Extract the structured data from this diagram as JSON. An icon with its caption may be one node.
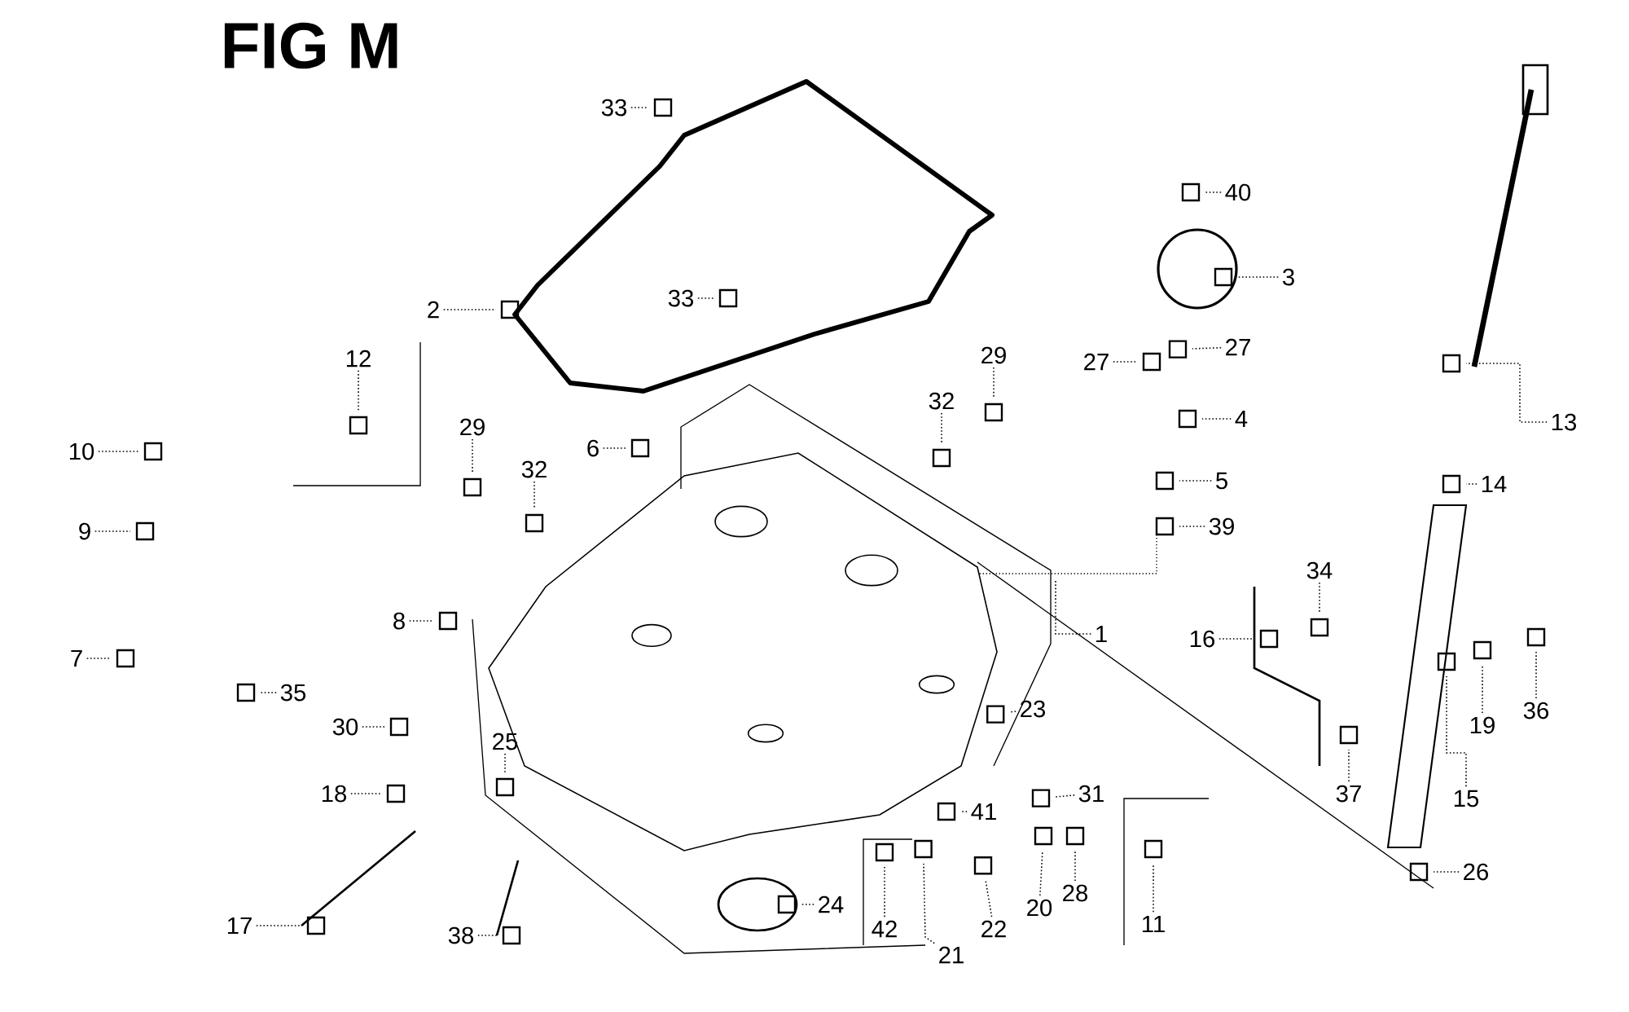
{
  "diagram": {
    "title": "FIG M",
    "nodes": [
      {
        "text": [
          "33"
        ]
      },
      {
        "text": [
          "33"
        ]
      },
      {
        "text": [
          "40"
        ]
      },
      {
        "text": [
          "3"
        ]
      },
      {
        "text": [
          "2"
        ]
      },
      {
        "text": [
          "12"
        ]
      },
      {
        "text": [
          "10"
        ]
      },
      {
        "text": [
          "9"
        ]
      },
      {
        "text": [
          "6"
        ]
      },
      {
        "text": [
          "29"
        ]
      },
      {
        "text": [
          "32"
        ]
      },
      {
        "text": [
          "29"
        ]
      },
      {
        "text": [
          "32"
        ]
      },
      {
        "text": [
          "27"
        ]
      },
      {
        "text": [
          "27"
        ]
      },
      {
        "text": [
          "4"
        ]
      },
      {
        "text": [
          "5"
        ]
      },
      {
        "text": [
          "39"
        ]
      },
      {
        "text": [
          "13"
        ]
      },
      {
        "text": [
          "14"
        ]
      },
      {
        "text": [
          "1"
        ]
      },
      {
        "text": [
          "7"
        ]
      },
      {
        "text": [
          "35"
        ]
      },
      {
        "text": [
          "8"
        ]
      },
      {
        "text": [
          "16"
        ]
      },
      {
        "text": [
          "34"
        ]
      },
      {
        "text": [
          "19"
        ]
      },
      {
        "text": [
          "36"
        ]
      },
      {
        "text": [
          "15"
        ]
      },
      {
        "text": [
          "37"
        ]
      },
      {
        "text": [
          "30"
        ]
      },
      {
        "text": [
          "25"
        ]
      },
      {
        "text": [
          "18"
        ]
      },
      {
        "text": [
          "23"
        ]
      },
      {
        "text": [
          "31"
        ]
      },
      {
        "text": [
          "41"
        ]
      },
      {
        "text": [
          "28"
        ]
      },
      {
        "text": [
          "11"
        ]
      },
      {
        "text": [
          "26"
        ]
      },
      {
        "text": [
          "24"
        ]
      },
      {
        "text": [
          "42"
        ]
      },
      {
        "text": [
          "22"
        ]
      },
      {
        "text": [
          "20"
        ]
      },
      {
        "text": [
          "21"
        ]
      },
      {
        "text": [
          "17"
        ]
      },
      {
        "text": [
          "38"
        ]
      }
    ],
    "edges": [
      {
        "from": 0,
        "to": null,
        "arrow": "none"
      },
      {
        "from": 1,
        "to": null,
        "arrow": "none"
      },
      {
        "from": 2,
        "to": null,
        "arrow": "none"
      },
      {
        "from": 3,
        "to": null,
        "arrow": "none"
      },
      {
        "from": 4,
        "to": null,
        "arrow": "none"
      },
      {
        "from": 5,
        "to": null,
        "arrow": "none"
      },
      {
        "from": 6,
        "to": null,
        "arrow": "none"
      },
      {
        "from": 7,
        "to": null,
        "arrow": "none"
      },
      {
        "from": 8,
        "to": null,
        "arrow": "none"
      },
      {
        "from": 9,
        "to": null,
        "arrow": "none"
      },
      {
        "from": 10,
        "to": null,
        "arrow": "none"
      },
      {
        "from": 11,
        "to": null,
        "arrow": "none"
      },
      {
        "from": 12,
        "to": null,
        "arrow": "none"
      },
      {
        "from": 13,
        "to": null,
        "arrow": "none"
      },
      {
        "from": 14,
        "to": null,
        "arrow": "none"
      },
      {
        "from": 15,
        "to": null,
        "arrow": "none"
      },
      {
        "from": 16,
        "to": null,
        "arrow": "none"
      },
      {
        "from": 17,
        "to": null,
        "arrow": "none"
      },
      {
        "from": 18,
        "to": null,
        "arrow": "none"
      },
      {
        "from": 19,
        "to": null,
        "arrow": "none"
      },
      {
        "from": 20,
        "to": null,
        "arrow": "none"
      },
      {
        "from": 21,
        "to": null,
        "arrow": "none"
      },
      {
        "from": 22,
        "to": null,
        "arrow": "none"
      },
      {
        "from": 23,
        "to": null,
        "arrow": "none"
      },
      {
        "from": 24,
        "to": null,
        "arrow": "none"
      },
      {
        "from": 25,
        "to": null,
        "arrow": "none"
      },
      {
        "from": 26,
        "to": null,
        "arrow": "none"
      },
      {
        "from": 27,
        "to": null,
        "arrow": "none"
      },
      {
        "from": 28,
        "to": null,
        "arrow": "none"
      },
      {
        "from": 29,
        "to": null,
        "arrow": "none"
      },
      {
        "from": 30,
        "to": null,
        "arrow": "none"
      },
      {
        "from": 31,
        "to": null,
        "arrow": "none"
      },
      {
        "from": 32,
        "to": null,
        "arrow": "none"
      },
      {
        "from": 33,
        "to": null,
        "arrow": "none"
      },
      {
        "from": 34,
        "to": null,
        "arrow": "none"
      },
      {
        "from": 35,
        "to": null,
        "arrow": "none"
      },
      {
        "from": 36,
        "to": null,
        "arrow": "none"
      },
      {
        "from": 37,
        "to": null,
        "arrow": "none"
      },
      {
        "from": 38,
        "to": null,
        "arrow": "none"
      },
      {
        "from": 39,
        "to": null,
        "arrow": "none"
      },
      {
        "from": 40,
        "to": null,
        "arrow": "none"
      },
      {
        "from": 41,
        "to": null,
        "arrow": "none"
      },
      {
        "from": 42,
        "to": null,
        "arrow": "none"
      },
      {
        "from": 43,
        "to": null,
        "arrow": "none"
      },
      {
        "from": 44,
        "to": null,
        "arrow": "none"
      },
      {
        "from": 45,
        "to": null,
        "arrow": "none"
      }
    ]
  }
}
